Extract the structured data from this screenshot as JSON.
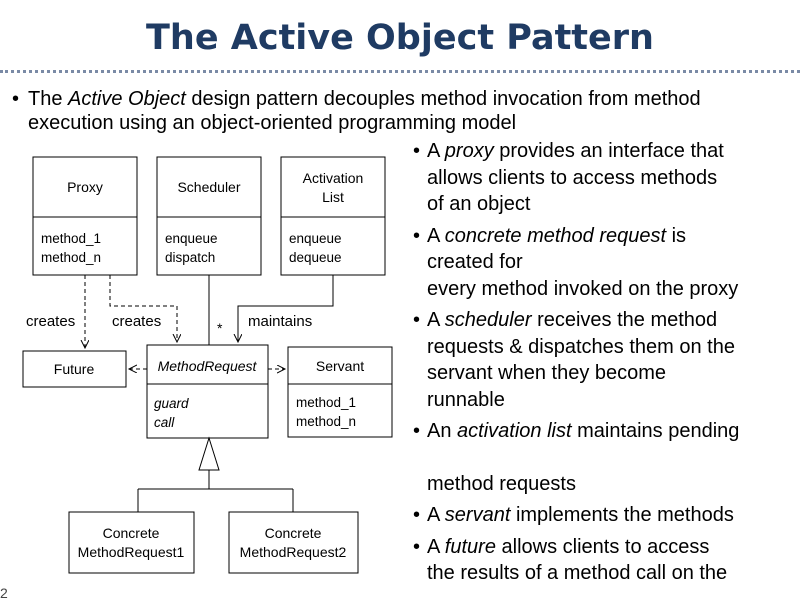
{
  "title": "The Active Object Pattern",
  "intro": {
    "prefix": "The ",
    "em": "Active Object",
    "rest": " design pattern decouples method invocation from method",
    "line2": "execution using an object-oriented programming model"
  },
  "diagram": {
    "proxy": {
      "name": "Proxy",
      "ops": [
        "method_1",
        "method_n"
      ]
    },
    "scheduler": {
      "name": "Scheduler",
      "ops": [
        "enqueue",
        "dispatch"
      ]
    },
    "activation_list": {
      "name_lines": [
        "Activation",
        "List"
      ],
      "ops": [
        "enqueue",
        "dequeue"
      ]
    },
    "future": {
      "name": "Future"
    },
    "method_request": {
      "name": "MethodRequest",
      "ops": [
        "guard",
        "call"
      ]
    },
    "servant": {
      "name": "Servant",
      "ops": [
        "method_1",
        "method_n"
      ]
    },
    "concrete1": {
      "name_lines": [
        "Concrete",
        "MethodRequest1"
      ]
    },
    "concrete2": {
      "name_lines": [
        "Concrete",
        "MethodRequest2"
      ]
    },
    "labels": {
      "creates_left": "creates",
      "creates_right": "creates",
      "maintains": "maintains",
      "multiplicity": "*"
    }
  },
  "bullets": [
    {
      "pre": "A ",
      "em": "proxy",
      "lines": [
        " provides an interface that",
        "allows  clients to access methods",
        "of an object"
      ]
    },
    {
      "pre": "A ",
      "em": "concrete method request",
      "lines": [
        " is",
        "created for",
        "every method invoked on the proxy"
      ]
    },
    {
      "pre": "A ",
      "em": "scheduler",
      "lines": [
        " receives the method",
        "requests & dispatches them on the",
        "servant when they become",
        "runnable"
      ]
    },
    {
      "pre": "An ",
      "em": "activation list",
      "lines": [
        " maintains pending",
        "",
        "method requests"
      ]
    },
    {
      "pre": "A ",
      "em": "servant",
      "lines": [
        " implements the methods"
      ]
    },
    {
      "pre": "A ",
      "em": "future",
      "lines": [
        " allows clients to access",
        "the results of a method call on the"
      ]
    }
  ],
  "corner_text": "2"
}
